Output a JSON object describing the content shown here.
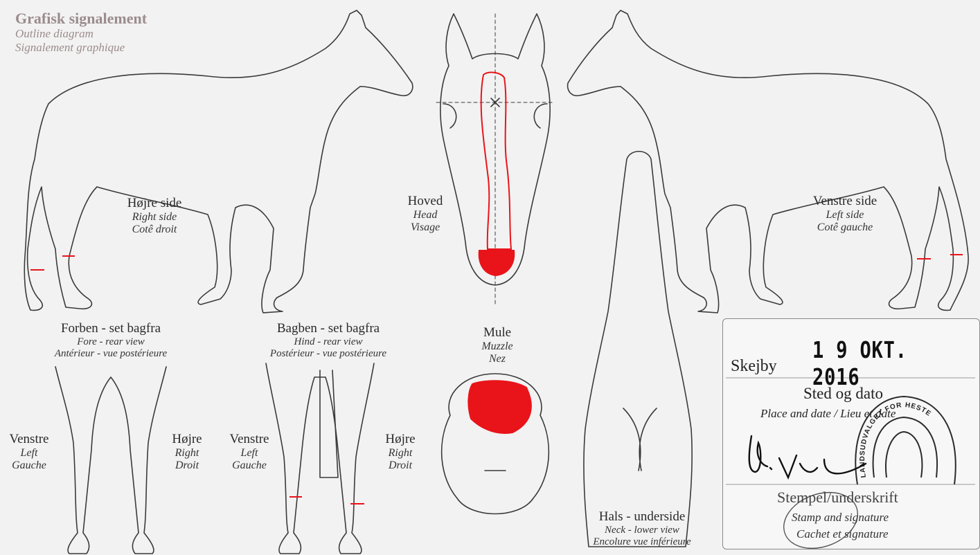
{
  "header": {
    "title": "Grafisk signalement",
    "subtitle_en": "Outline diagram",
    "subtitle_fr": "Signalement graphique"
  },
  "views": {
    "right_side": {
      "da": "Højre side",
      "en": "Right side",
      "fr": "Cotê droit"
    },
    "head": {
      "da": "Hoved",
      "en": "Head",
      "fr": "Visage"
    },
    "left_side": {
      "da": "Venstre side",
      "en": "Left side",
      "fr": "Cotê gauche"
    },
    "forelegs": {
      "da": "Forben - set bagfra",
      "en": "Fore - rear view",
      "fr": "Antérieur - vue postérieure"
    },
    "hindlegs": {
      "da": "Bagben - set bagfra",
      "en": "Hind - rear view",
      "fr": "Postérieur - vue postérieure"
    },
    "muzzle": {
      "da": "Mule",
      "en": "Muzzle",
      "fr": "Nez"
    },
    "neck": {
      "da": "Hals - underside",
      "en": "Neck - lower view",
      "fr": "Encolure vue inférieure"
    }
  },
  "leg_sides": {
    "fore_left": {
      "da": "Venstre",
      "en": "Left",
      "fr": "Gauche"
    },
    "fore_right": {
      "da": "Højre",
      "en": "Right",
      "fr": "Droit"
    },
    "hind_left": {
      "da": "Venstre",
      "en": "Left",
      "fr": "Gauche"
    },
    "hind_right": {
      "da": "Højre",
      "en": "Right",
      "fr": "Droit"
    }
  },
  "stamp": {
    "place": "Skejby",
    "date": "1 9 OKT. 2016",
    "place_date_da": "Sted og dato",
    "place_date_en": "Place and date / Lieu et date",
    "stamp_sig_da": "Stempel/underskrift",
    "stamp_sig_en": "Stamp and signature",
    "stamp_sig_fr": "Cachet et signature",
    "seal_text": "LANDSUDVALGET FOR HESTE"
  },
  "colors": {
    "marking": "#e8141a",
    "outline": "#3a3a3a",
    "header": "#9a8c8c"
  }
}
